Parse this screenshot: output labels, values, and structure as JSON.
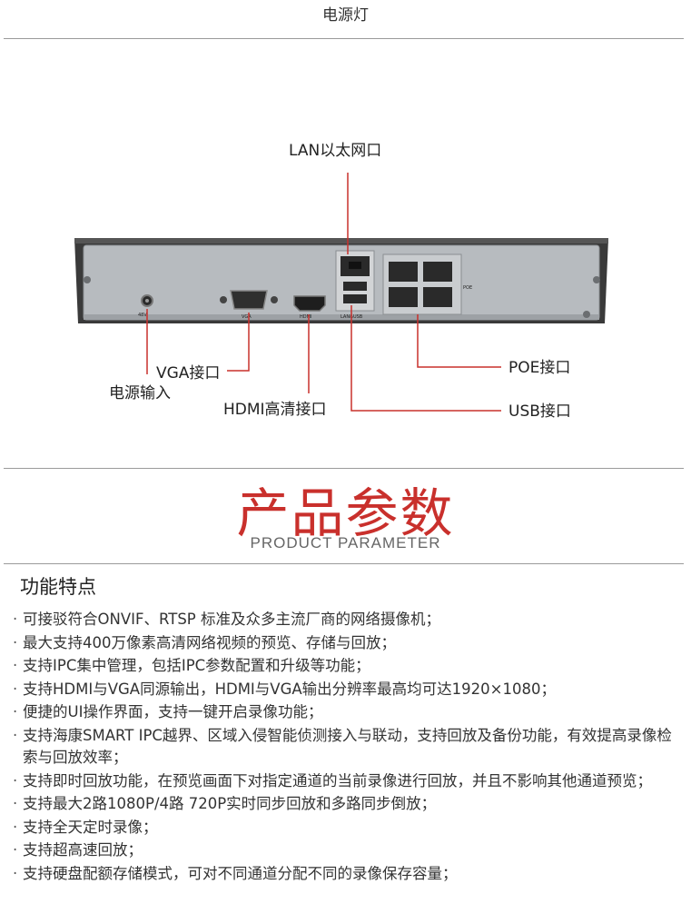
{
  "header": {
    "caption": "电源灯"
  },
  "diagram": {
    "labels": {
      "lan": "LAN以太网口",
      "vga": "VGA接口",
      "power": "电源输入",
      "hdmi": "HDMI高清接口",
      "poe": "POE接口",
      "usb": "USB接口"
    },
    "panel_marks": {
      "power_rating": "48V",
      "vga": "VGA",
      "hdmi": "HDMI",
      "lanusb": "LAN&USB",
      "poe": "POE"
    },
    "colors": {
      "callout_line": "#c9302c",
      "chassis": "#3c3c3c",
      "panel": "#b9bdc1"
    }
  },
  "product": {
    "title_cn": "产品参数",
    "title_en": "PRODUCT PARAMETER",
    "title_color": "#c9302c"
  },
  "features": {
    "heading": "功能特点",
    "bullet": "·",
    "items": [
      "可接驳符合ONVIF、RTSP 标准及众多主流厂商的网络摄像机；",
      "最大支持400万像素高清网络视频的预览、存储与回放；",
      "支持IPC集中管理，包括IPC参数配置和升级等功能；",
      "支持HDMI与VGA同源输出，HDMI与VGA输出分辨率最高均可达1920×1080；",
      "便捷的UI操作界面，支持一键开启录像功能；",
      "支持海康SMART IPC越界、区域入侵智能侦测接入与联动，支持回放及备份功能，有效提高录像检索与回放效率；",
      "支持即时回放功能，在预览画面下对指定通道的当前录像进行回放，并且不影响其他通道预览；",
      "支持最大2路1080P/4路 720P实时同步回放和多路同步倒放；",
      "支持全天定时录像；",
      "支持超高速回放；",
      "支持硬盘配额存储模式，可对不同通道分配不同的录像保存容量；"
    ]
  }
}
